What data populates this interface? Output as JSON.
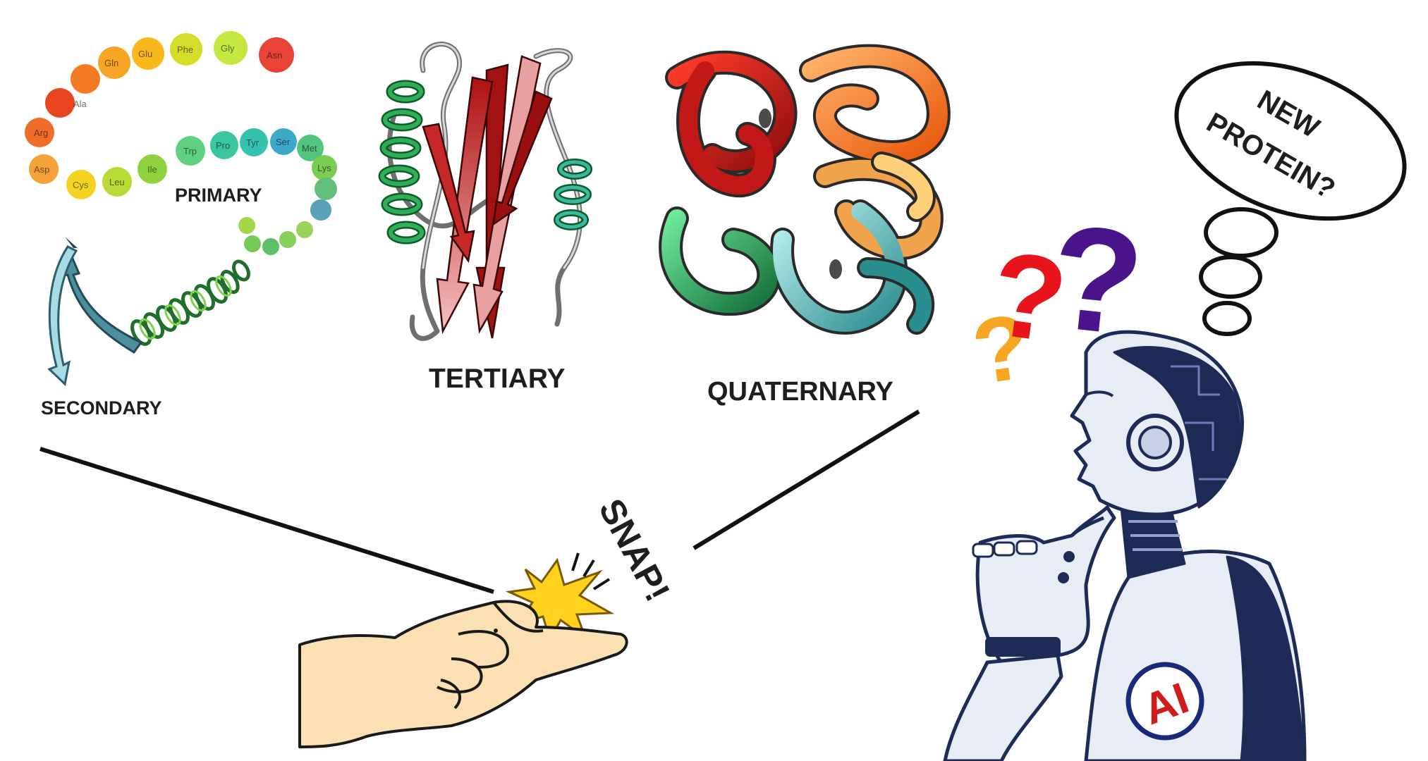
{
  "labels": {
    "primary": "PRIMARY",
    "secondary": "SECONDARY",
    "tertiary": "TERTIARY",
    "quaternary": "QUATERNARY",
    "snap": "SNAP!",
    "thought_line1": "NEW",
    "thought_line2": "PROTEIN?",
    "ai_badge": "AI"
  },
  "amino_acids_top": [
    "Arg",
    "Ala",
    "Gln",
    "Glu",
    "Phe",
    "Gly",
    "Asn"
  ],
  "amino_acids_middle": [
    "Asp",
    "Cys",
    "Leu",
    "Ile",
    "Trp",
    "Pro",
    "Tyr",
    "Ser",
    "Met",
    "Lys"
  ],
  "question_mark_colors": [
    "#f5a623",
    "#e8141b",
    "#4a148c"
  ],
  "colors": {
    "accent_red": "#d01c1c",
    "ai_badge_border": "#1a2a7a",
    "robot_body": "#e8ecf5",
    "robot_dark": "#1d2b56",
    "snap_spark": "#ffd21f",
    "skin": "#fbe0b4"
  }
}
